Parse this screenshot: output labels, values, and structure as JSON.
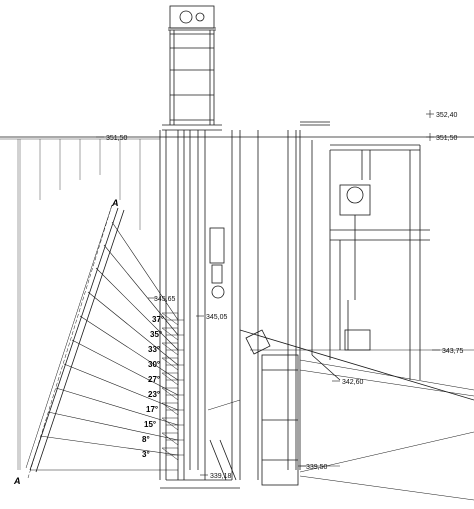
{
  "drawing": {
    "elevations": {
      "top_right": "352,40",
      "water_left": "351,50",
      "water_right": "351,50",
      "gate_top": "345,65",
      "mid": "345,05",
      "right_mid": "343,75",
      "right_low": "342,60",
      "low_center": "339,50",
      "bottom": "339,18"
    },
    "angles": [
      "37°",
      "35°",
      "33°",
      "30°",
      "27°",
      "23°",
      "17°",
      "15°",
      "8°",
      "3°"
    ],
    "section_label": "A",
    "colors": {
      "line": "#1a1a1a",
      "hatch": "#555555",
      "paper": "#ffffff"
    }
  }
}
